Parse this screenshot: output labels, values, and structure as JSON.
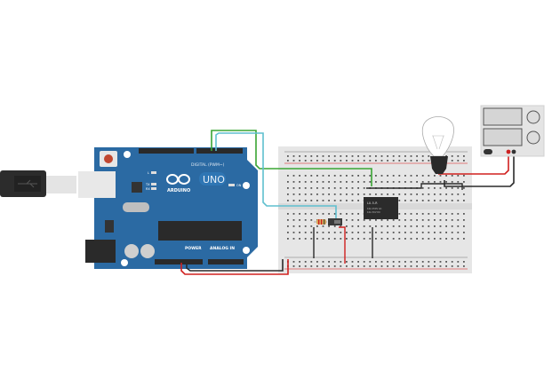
{
  "canvas": {
    "name": "circuit-workspace"
  },
  "arduino": {
    "brand": "ARDUINO",
    "model": "UNO",
    "digital_header_label": "DIGITAL (PWM~)",
    "power_label": "POWER",
    "analog_label": "ANALOG IN",
    "led_labels": [
      "L",
      "TX",
      "RX"
    ],
    "on_label": "ON",
    "board_color": "#2b6aa3"
  },
  "usb_cable": {
    "icon": "usb-icon"
  },
  "relay": {
    "label": "LU-5-R",
    "line1": "10A 250V AC",
    "line2": "10A 30V DC"
  },
  "power_supply": {
    "terminals": [
      "+",
      "-"
    ]
  },
  "colors": {
    "wire_green": "#3aa534",
    "wire_cyan": "#5fbfcf",
    "wire_red": "#d0201f",
    "wire_black": "#2a2a2a",
    "breadboard": "#e6e6e6"
  }
}
